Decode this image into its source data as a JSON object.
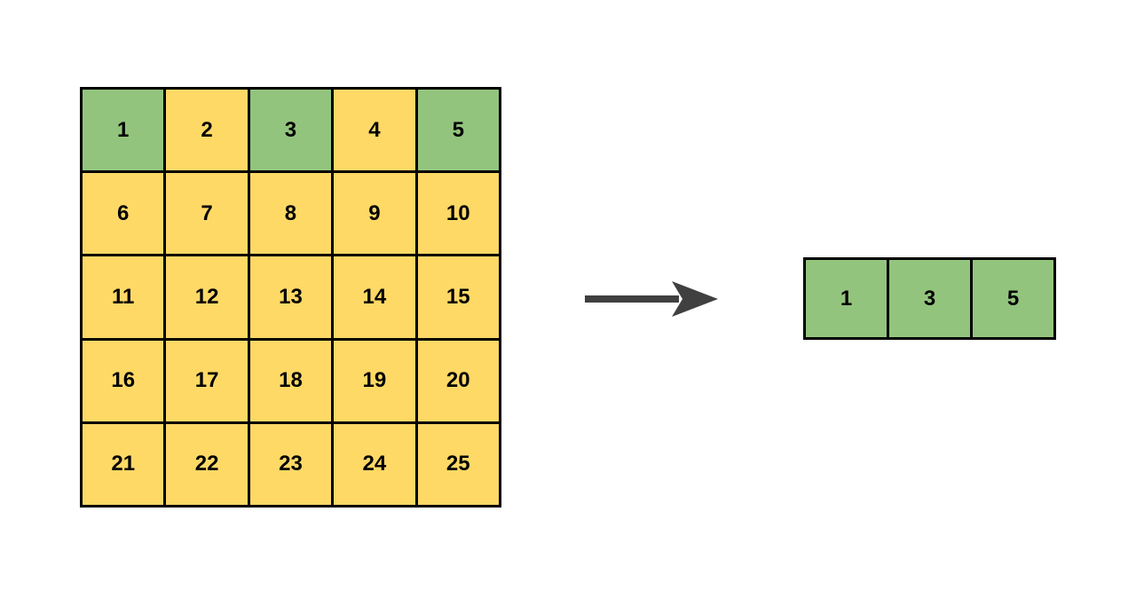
{
  "canvas": {
    "background": "#ffffff"
  },
  "colors": {
    "background": "#ffffff",
    "green": "#93c47d",
    "yellow": "#ffd966",
    "border": "#000000",
    "arrow": "#404040",
    "text": "#000000"
  },
  "source_grid": {
    "rows": 5,
    "cols": 5,
    "cells": [
      {
        "value": "1",
        "color": "green"
      },
      {
        "value": "2",
        "color": "yellow"
      },
      {
        "value": "3",
        "color": "green"
      },
      {
        "value": "4",
        "color": "yellow"
      },
      {
        "value": "5",
        "color": "green"
      },
      {
        "value": "6",
        "color": "yellow"
      },
      {
        "value": "7",
        "color": "yellow"
      },
      {
        "value": "8",
        "color": "yellow"
      },
      {
        "value": "9",
        "color": "yellow"
      },
      {
        "value": "10",
        "color": "yellow"
      },
      {
        "value": "11",
        "color": "yellow"
      },
      {
        "value": "12",
        "color": "yellow"
      },
      {
        "value": "13",
        "color": "yellow"
      },
      {
        "value": "14",
        "color": "yellow"
      },
      {
        "value": "15",
        "color": "yellow"
      },
      {
        "value": "16",
        "color": "yellow"
      },
      {
        "value": "17",
        "color": "yellow"
      },
      {
        "value": "18",
        "color": "yellow"
      },
      {
        "value": "19",
        "color": "yellow"
      },
      {
        "value": "20",
        "color": "yellow"
      },
      {
        "value": "21",
        "color": "yellow"
      },
      {
        "value": "22",
        "color": "yellow"
      },
      {
        "value": "23",
        "color": "yellow"
      },
      {
        "value": "24",
        "color": "yellow"
      },
      {
        "value": "25",
        "color": "yellow"
      }
    ]
  },
  "arrow": {
    "icon": "arrow-right-icon"
  },
  "result_grid": {
    "rows": 1,
    "cols": 3,
    "cells": [
      {
        "value": "1",
        "color": "green"
      },
      {
        "value": "3",
        "color": "green"
      },
      {
        "value": "5",
        "color": "green"
      }
    ]
  }
}
